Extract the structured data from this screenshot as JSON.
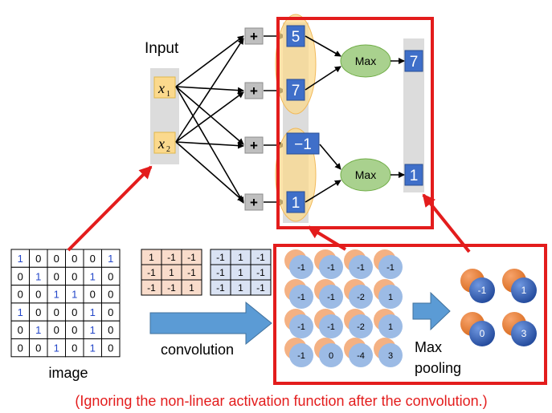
{
  "input": {
    "label": "Input",
    "x1_var": "x",
    "x1_sub": "1",
    "x2_var": "x",
    "x2_sub": "2"
  },
  "sum_symbol": "+",
  "sums": [
    "5",
    "7",
    "−1",
    "1"
  ],
  "max_label": "Max",
  "max_outputs": [
    "7",
    "1"
  ],
  "image": {
    "label": "image",
    "grid": [
      [
        "1",
        "0",
        "0",
        "0",
        "0",
        "1"
      ],
      [
        "0",
        "1",
        "0",
        "0",
        "1",
        "0"
      ],
      [
        "0",
        "0",
        "1",
        "1",
        "0",
        "0"
      ],
      [
        "1",
        "0",
        "0",
        "0",
        "1",
        "0"
      ],
      [
        "0",
        "1",
        "0",
        "0",
        "1",
        "0"
      ],
      [
        "0",
        "0",
        "1",
        "0",
        "1",
        "0"
      ]
    ]
  },
  "filter1": [
    [
      "1",
      "-1",
      "-1"
    ],
    [
      "-1",
      "1",
      "-1"
    ],
    [
      "-1",
      "-1",
      "1"
    ]
  ],
  "filter2": [
    [
      "-1",
      "1",
      "-1"
    ],
    [
      "-1",
      "1",
      "-1"
    ],
    [
      "-1",
      "1",
      "-1"
    ]
  ],
  "convolution_label": "convolution",
  "feature_map": [
    [
      "-1",
      "-1",
      "-1",
      "-1"
    ],
    [
      "-1",
      "-1",
      "-2",
      "1"
    ],
    [
      "-1",
      "-1",
      "-2",
      "1"
    ],
    [
      "-1",
      "0",
      "-4",
      "3"
    ]
  ],
  "max_pooling_label": [
    "Max",
    "pooling"
  ],
  "pooled": [
    [
      "-1",
      "1"
    ],
    [
      "0",
      "3"
    ]
  ],
  "caption": "(Ignoring the non-linear activation function after the convolution.)",
  "colors": {
    "red": "#e31c1c",
    "blue_box": "#3f6fc9",
    "input_fill": "#fbd98d",
    "max_fill": "#a9d18e",
    "filter1_fill": "#f9dccb",
    "filter2_fill": "#d9e2f3",
    "arrow_blue": "#5b9bd5",
    "cell_blue": "#9cbbe5",
    "cell_orange": "#f4b183",
    "ball_blue": "#2e5fb8",
    "ball_orange": "#ed7d31"
  }
}
